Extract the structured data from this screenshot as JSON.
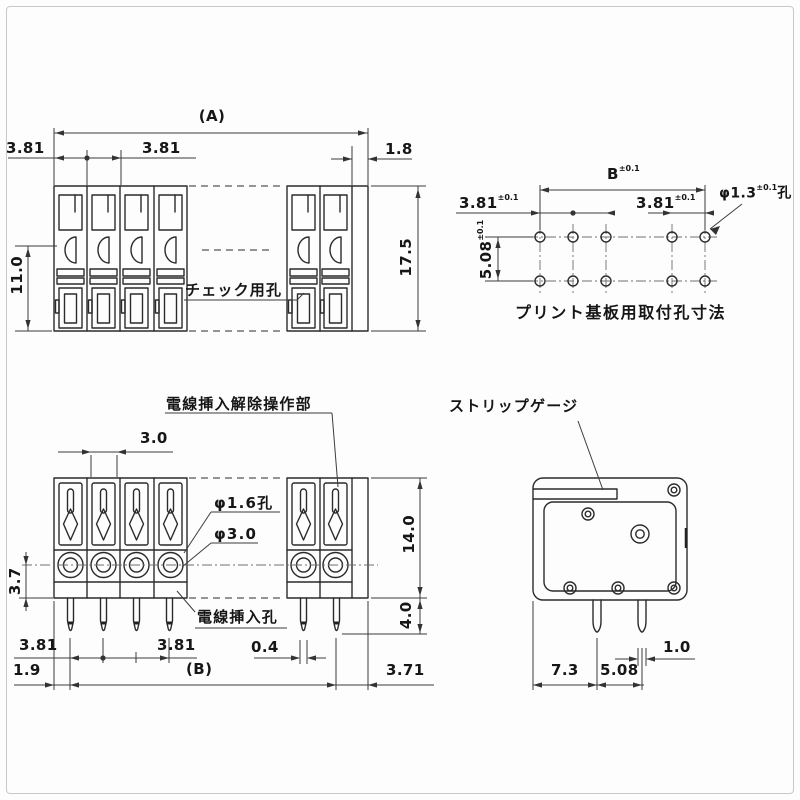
{
  "top_front": {
    "dim_overall": "(A)",
    "dim_pitch_left": "3.81",
    "dim_pitch_mid": "3.81",
    "dim_end": "1.8",
    "dim_height": "17.5",
    "dim_hole_height": "11.0",
    "label_check_hole": "チェック用孔"
  },
  "pcb_view": {
    "dim_b": "B",
    "dim_b_tol": "±0.1",
    "dim_pitch_left": "3.81",
    "dim_pitch_left_tol": "±0.1",
    "dim_pitch_right": "3.81",
    "dim_pitch_right_tol": "±0.1",
    "dim_row": "5.08",
    "dim_row_tol": "±0.1",
    "dim_hole": "φ1.3",
    "dim_hole_tol": "±0.1",
    "dim_hole_suffix": "孔",
    "caption": "プリント基板用取付孔寸法"
  },
  "bottom_front": {
    "label_release": "電線挿入解除操作部",
    "dim_lever": "3.0",
    "label_hole_small": "φ1.6孔",
    "label_hole_large": "φ3.0",
    "label_wire_hole": "電線挿入孔",
    "dim_body_height": "14.0",
    "dim_pin_length": "4.0",
    "dim_hole_bottom": "3.7",
    "dim_pitch_left": "3.81",
    "dim_pitch_right": "3.81",
    "dim_pin_width": "0.4",
    "dim_edge": "1.9",
    "dim_overall": "(B)",
    "dim_right_edge": "3.71"
  },
  "side_view": {
    "label_strip_gauge": "ストリップゲージ",
    "dim_depth": "7.3",
    "dim_pin_pitch": "5.08",
    "dim_pin_width": "1.0"
  }
}
